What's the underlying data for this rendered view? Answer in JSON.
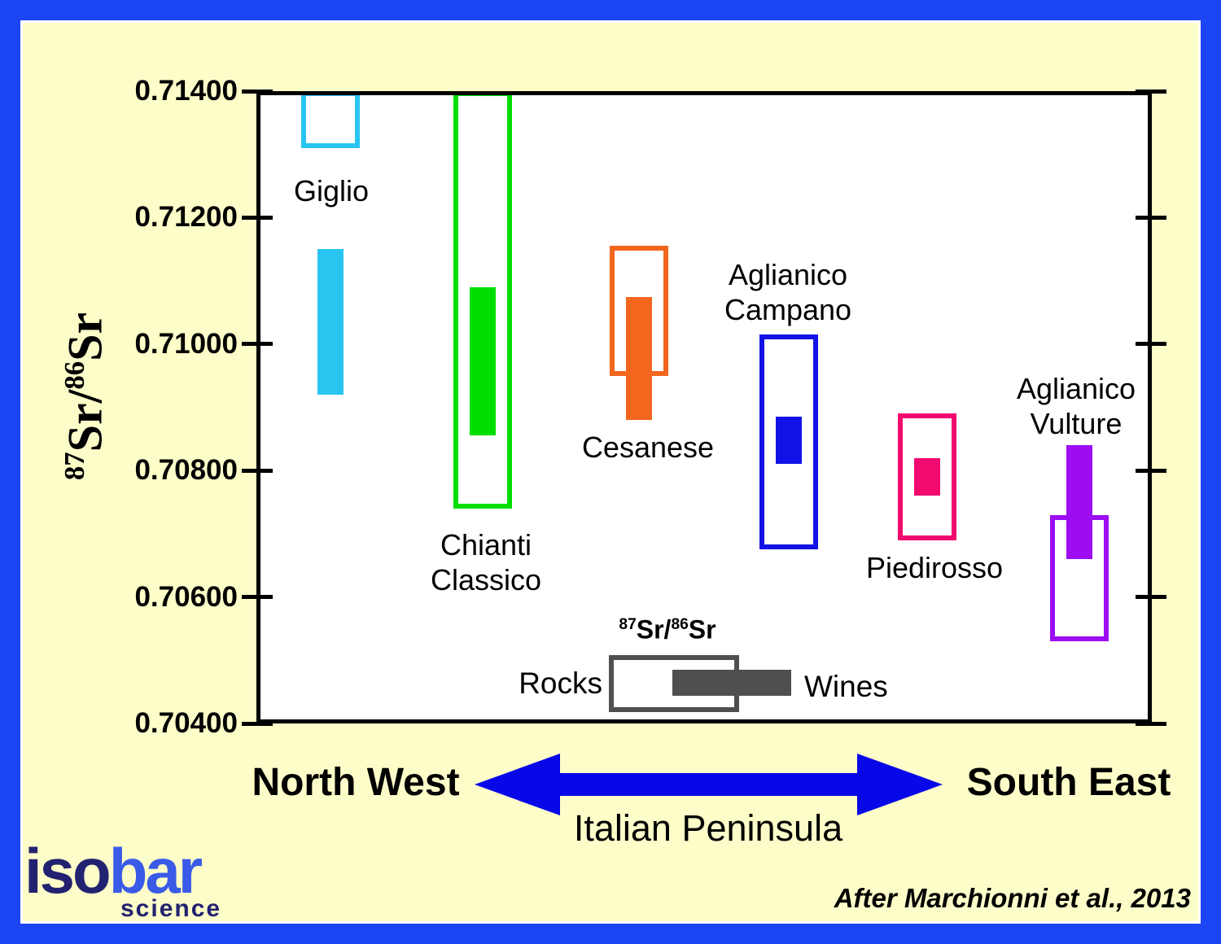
{
  "poster": {
    "background_color": "#fdfdc9",
    "border_color": "#1c46f5",
    "plot_background": "#ffffff",
    "attribution": "After Marchionni et al., 2013"
  },
  "logo": {
    "part_iso": "iso",
    "part_bar": "bar",
    "subtitle": "science",
    "iso_color": "#232270",
    "bar_color": "#3a5be8"
  },
  "y_axis": {
    "title_parts": [
      {
        "t": "87",
        "sup": true
      },
      {
        "t": "Sr/",
        "sup": false
      },
      {
        "t": "86",
        "sup": true
      },
      {
        "t": "Sr",
        "sup": false
      }
    ],
    "ticks": [
      {
        "v": 0.714,
        "label": "0.71400"
      },
      {
        "v": 0.712,
        "label": "0.71200"
      },
      {
        "v": 0.71,
        "label": "0.71000"
      },
      {
        "v": 0.708,
        "label": "0.70800"
      },
      {
        "v": 0.706,
        "label": "0.70600"
      },
      {
        "v": 0.704,
        "label": "0.70400"
      }
    ]
  },
  "legend": {
    "title_parts": [
      {
        "t": "87",
        "sup": true
      },
      {
        "t": "Sr/",
        "sup": false
      },
      {
        "t": "86",
        "sup": true
      },
      {
        "t": "Sr",
        "sup": false
      }
    ],
    "rocks_label": "Rocks",
    "wines_label": "Wines",
    "box_color": "#4f4f4f"
  },
  "footer": {
    "left_label": "North West",
    "right_label": "South East",
    "axis_label": "Italian Peninsula",
    "arrow_color": "#0707e8"
  },
  "chart_data": {
    "type": "bar",
    "subtype": "floating-range-columns",
    "title": "",
    "xlabel": "Italian Peninsula (North West to South East)",
    "ylabel": "87Sr/86Sr",
    "ylim": [
      0.704,
      0.714
    ],
    "ytick_labels": [
      "0.71400",
      "0.71200",
      "0.71000",
      "0.70800",
      "0.70600",
      "0.70400"
    ],
    "grid": false,
    "legend_position": "inside-bottom-center",
    "categories": [
      "Giglio",
      "Chianti Classico",
      "Cesanese",
      "Aglianico Campano",
      "Piedirosso",
      "Aglianico Vulture"
    ],
    "series": [
      {
        "name": "Rocks",
        "style": "outlined",
        "ranges": [
          [
            0.7131,
            0.714
          ],
          [
            0.7074,
            0.714
          ],
          [
            0.7095,
            0.71155
          ],
          [
            0.70675,
            0.71015
          ],
          [
            0.7069,
            0.7089
          ],
          [
            0.7053,
            0.7073
          ]
        ]
      },
      {
        "name": "Wines",
        "style": "filled",
        "ranges": [
          [
            0.7092,
            0.7115
          ],
          [
            0.70855,
            0.7109
          ],
          [
            0.7088,
            0.71075
          ],
          [
            0.7081,
            0.70885
          ],
          [
            0.7076,
            0.7082
          ],
          [
            0.7066,
            0.7084
          ]
        ]
      }
    ],
    "regions": [
      {
        "key": "giglio",
        "name": "Giglio",
        "label_lines": [
          "Giglio"
        ],
        "color": "#29c5f0",
        "x_center": 406,
        "label_x": 407,
        "label_top": 213,
        "rocks": [
          0.7131,
          0.714
        ],
        "wines": [
          0.7092,
          0.7115
        ]
      },
      {
        "key": "chianti-classico",
        "name": "Chianti Classico",
        "label_lines": [
          "Chianti",
          "Classico"
        ],
        "color": "#00dd00",
        "x_center": 593,
        "label_x": 597,
        "label_top": 648,
        "rocks": [
          0.7074,
          0.714
        ],
        "wines": [
          0.70855,
          0.7109
        ]
      },
      {
        "key": "cesanese",
        "name": "Cesanese",
        "label_lines": [
          "Cesanese"
        ],
        "color": "#f2661e",
        "x_center": 785,
        "label_x": 796,
        "label_top": 528,
        "rocks": [
          0.7095,
          0.71155
        ],
        "wines": [
          0.7088,
          0.71075
        ]
      },
      {
        "key": "aglianico-campano",
        "name": "Aglianico Campano",
        "label_lines": [
          "Aglianico",
          "Campano"
        ],
        "color": "#1212e6",
        "x_center": 969,
        "label_x": 968,
        "label_top": 316,
        "rocks": [
          0.70675,
          0.71015
        ],
        "wines": [
          0.7081,
          0.70885
        ]
      },
      {
        "key": "piedirosso",
        "name": "Piedirosso",
        "label_lines": [
          "Piedirosso"
        ],
        "color": "#f20a6e",
        "x_center": 1139,
        "label_x": 1148,
        "label_top": 676,
        "rocks": [
          0.7069,
          0.7089
        ],
        "wines": [
          0.7076,
          0.7082
        ]
      },
      {
        "key": "aglianico-vulture",
        "name": "Aglianico Vulture",
        "label_lines": [
          "Aglianico",
          "Vulture"
        ],
        "color": "#9c0df2",
        "x_center": 1326,
        "label_x": 1322,
        "label_top": 456,
        "rocks": [
          0.7053,
          0.7073
        ],
        "wines": [
          0.7066,
          0.7084
        ]
      }
    ]
  }
}
